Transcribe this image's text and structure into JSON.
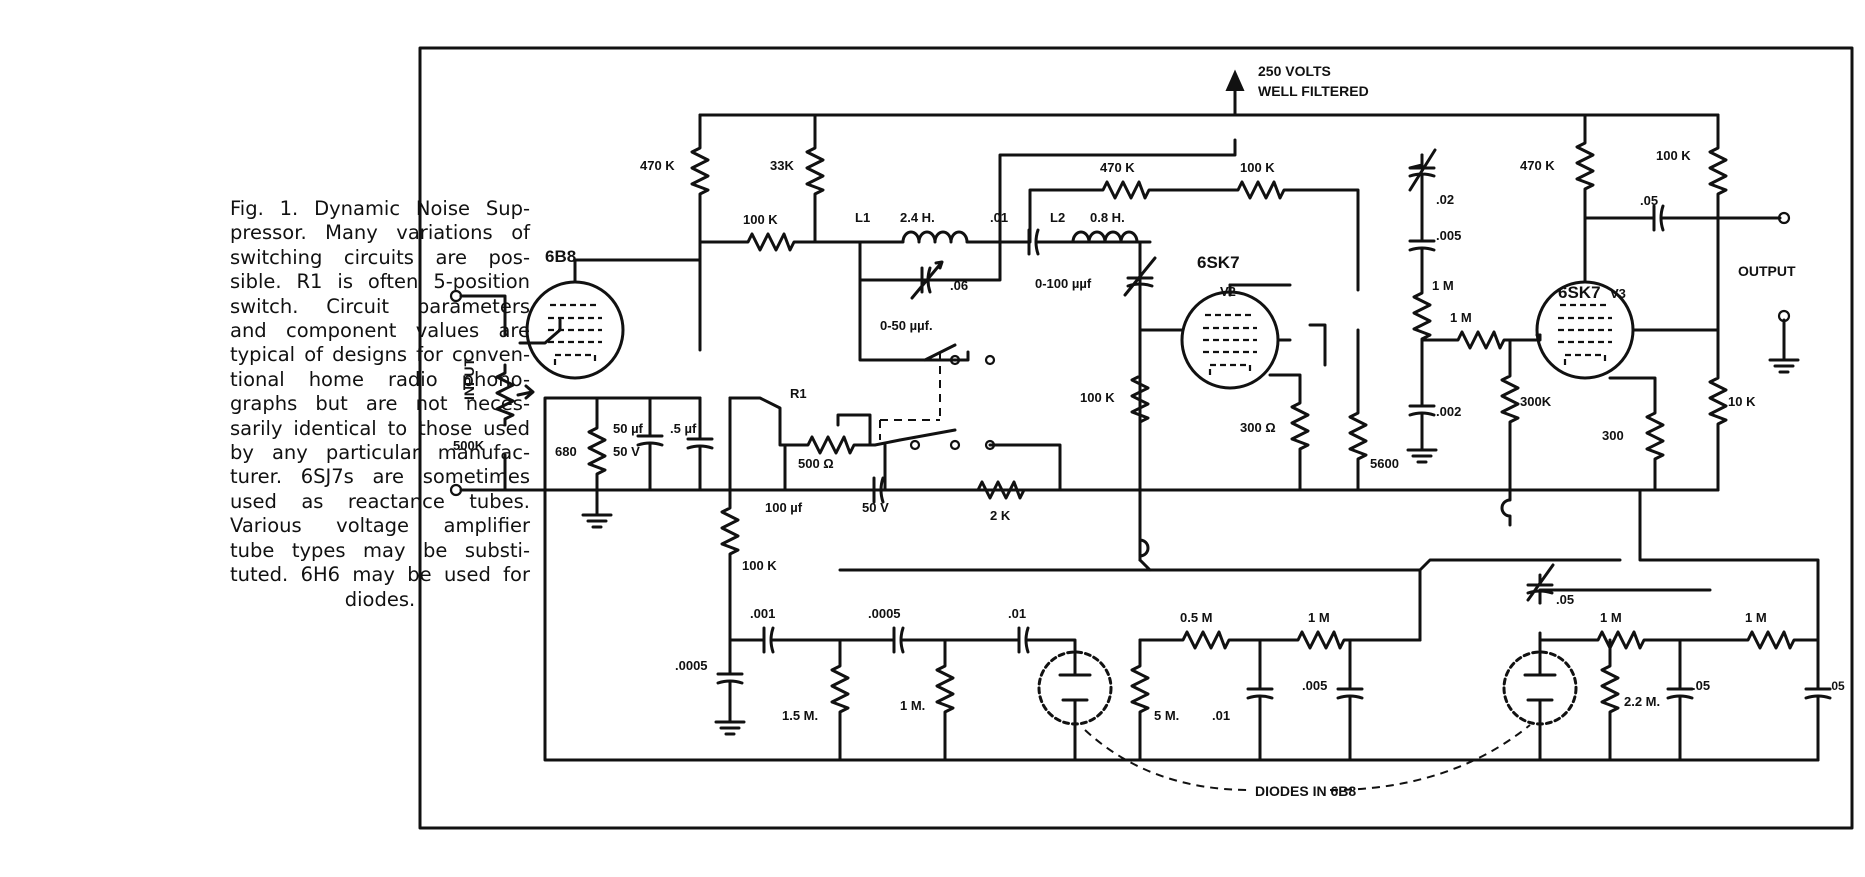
{
  "caption": {
    "lines": [
      "Fig. 1.  Dynamic Noise Sup-",
      "pressor.  Many variations of",
      "switching  circuits  are  pos-",
      "sible.  R1 is often 5-position",
      "switch.   Circuit  parameters",
      "and  component  values  are",
      "typical of designs for conven-",
      "tional  home  radio  phono-",
      "graphs  but  are  not  neces-",
      "sarily identical to those used",
      "by  any  particular  manufac-",
      "turer.  6SJ7s  are  sometimes",
      "used   as   reactance   tubes.",
      "Various   voltage   amplifier",
      "tube  types  may  be  substi-",
      "tuted.  6H6 may be used for",
      "diodes."
    ]
  },
  "schematic": {
    "supply": {
      "line1": "250 VOLTS",
      "line2": "WELL  FILTERED"
    },
    "input": "INPUT",
    "output": "OUTPUT",
    "diodes_note": "DIODES  IN  6B8",
    "tubes": {
      "v1": "6B8",
      "v2_type": "6SK7",
      "v2": "V2",
      "v3_type": "6SK7",
      "v3": "V3"
    },
    "components": {
      "r_470k_a": "470 K",
      "r_33k": "33K",
      "r_100k_a": "100 K",
      "r_500k": "500K",
      "r_680": "680",
      "c_50uf": "50 µf",
      "c_50v": "50 V",
      "c_5uf": ".5 µf",
      "l1": "L1",
      "l1_val": "2.4 H.",
      "c_06": ".06",
      "c_0_50": "0-50 µµf.",
      "c_01_a": ".01",
      "l2": "L2",
      "l2_val": "0.8 H.",
      "r_470k_b": "470 K",
      "r_100k_b": "100 K",
      "c_0_100": "0-100 µµf",
      "r1": "R1",
      "r1_val": "500 Ω",
      "c_100uf": "100 µf",
      "c_50v_b": "50 V",
      "r_2k": "2 K",
      "r_100k_c": "100 K",
      "r_300ohm": "300 Ω",
      "r_5600": "5600",
      "c_02": ".02",
      "c_005_a": ".005",
      "r_1m_a": "1 M",
      "r_1m_b": "1 M",
      "c_002": ".002",
      "r_470k_c": "470 K",
      "r_100k_d": "100 K",
      "c_05_out": ".05",
      "r_300k": "300K",
      "r_300": "300",
      "r_10k": "10 K",
      "r_100k_e": "100 K",
      "c_001": ".001",
      "c_0005_a": ".0005",
      "c_0005_b": ".0005",
      "c_01_b": ".01",
      "r_15m": "1.5 M.",
      "r_1m_c": "1 M.",
      "r_5m": "5 M.",
      "r_05m": "0.5 M",
      "r_1m_d": "1 M",
      "c_01_c": ".01",
      "c_005_b": ".005",
      "c_05_a": ".05",
      "r_1m_e": "1 M",
      "r_1m_f": "1 M",
      "r_22m": "2.2 M.",
      "c_05_b": ".05",
      "c_05_c": ".05"
    }
  }
}
